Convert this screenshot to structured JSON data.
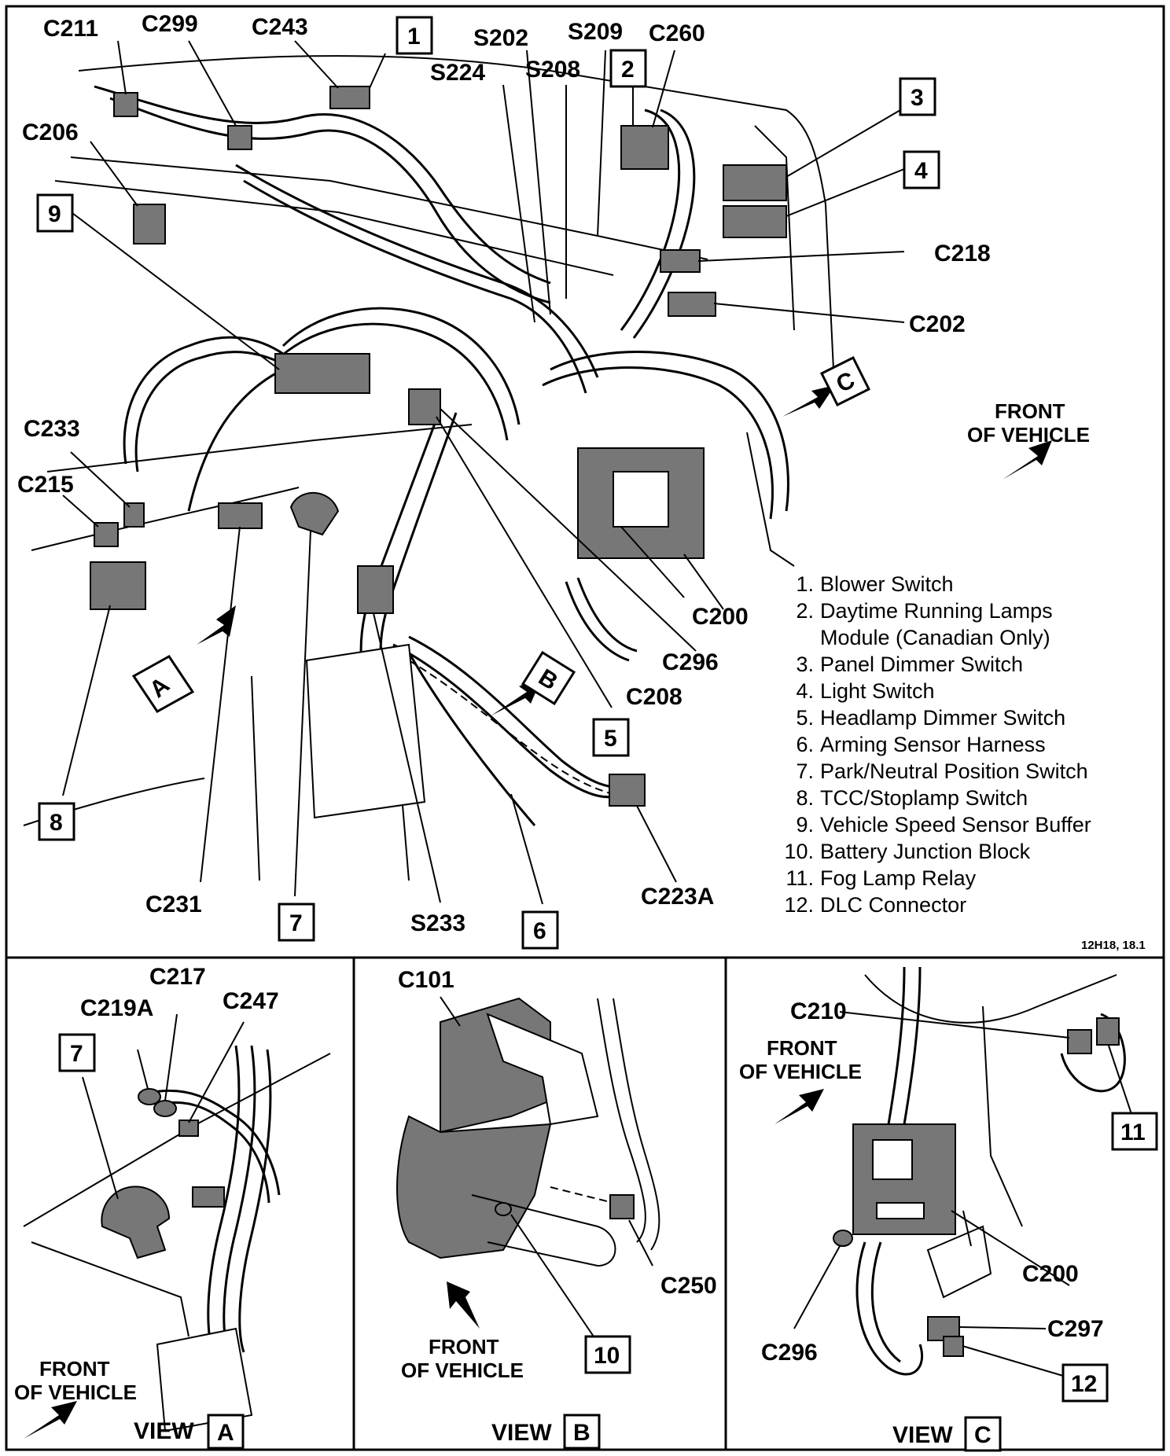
{
  "diagram_id": "12H18, 18.1",
  "main": {
    "connectors": {
      "c211": "C211",
      "c299": "C299",
      "c243": "C243",
      "c206": "C206",
      "s224": "S224",
      "s202": "S202",
      "s208": "S208",
      "s209": "S209",
      "c260": "C260",
      "c218": "C218",
      "c202": "C202",
      "c233": "C233",
      "c215": "C215",
      "c200": "C200",
      "c296": "C296",
      "c208": "C208",
      "c231": "C231",
      "s233": "S233",
      "c223a": "C223A"
    },
    "numbers": {
      "n1": "1",
      "n2": "2",
      "n3": "3",
      "n4": "4",
      "n5": "5",
      "n6": "6",
      "n7": "7",
      "n8": "8",
      "n9": "9"
    },
    "view_arrows": {
      "a": "A",
      "b": "B",
      "c": "C"
    },
    "front_of_vehicle": [
      "FRONT",
      "OF VEHICLE"
    ]
  },
  "legend": [
    {
      "num": "1.",
      "text": "Blower Switch"
    },
    {
      "num": "2.",
      "text": "Daytime Running Lamps"
    },
    {
      "num": "",
      "text": "Module (Canadian Only)"
    },
    {
      "num": "3.",
      "text": "Panel Dimmer Switch"
    },
    {
      "num": "4.",
      "text": "Light Switch"
    },
    {
      "num": "5.",
      "text": "Headlamp Dimmer Switch"
    },
    {
      "num": "6.",
      "text": "Arming Sensor Harness"
    },
    {
      "num": "7.",
      "text": "Park/Neutral Position Switch"
    },
    {
      "num": "8.",
      "text": "TCC/Stoplamp Switch"
    },
    {
      "num": "9.",
      "text": "Vehicle Speed Sensor Buffer"
    },
    {
      "num": "10.",
      "text": "Battery Junction Block"
    },
    {
      "num": "11.",
      "text": "Fog Lamp Relay"
    },
    {
      "num": "12.",
      "text": "DLC Connector"
    }
  ],
  "view_a": {
    "labels": {
      "c217": "C217",
      "c219a": "C219A",
      "c247": "C247",
      "n7": "7"
    },
    "front": [
      "FRONT",
      "OF VEHICLE"
    ],
    "view_word": "VIEW",
    "view_letter": "A"
  },
  "view_b": {
    "labels": {
      "c101": "C101",
      "c250": "C250",
      "n10": "10"
    },
    "front": [
      "FRONT",
      "OF VEHICLE"
    ],
    "view_word": "VIEW",
    "view_letter": "B"
  },
  "view_c": {
    "labels": {
      "c210": "C210",
      "c200": "C200",
      "c296": "C296",
      "c297": "C297",
      "n11": "11",
      "n12": "12"
    },
    "front": [
      "FRONT",
      "OF VEHICLE"
    ],
    "view_word": "VIEW",
    "view_letter": "C"
  }
}
